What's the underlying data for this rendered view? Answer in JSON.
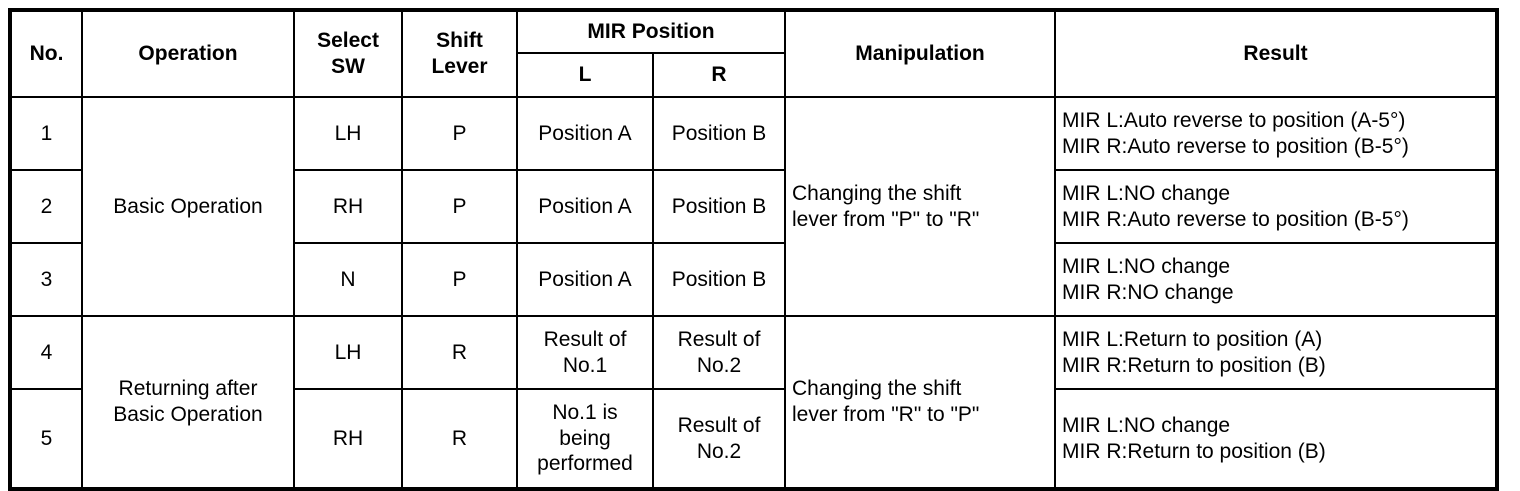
{
  "table": {
    "headers": {
      "no": "No.",
      "operation": "Operation",
      "select_sw": "Select\nSW",
      "shift_lever": "Shift\nLever",
      "mir_position": "MIR Position",
      "mir_l": "L",
      "mir_r": "R",
      "manipulation": "Manipulation",
      "result": "Result"
    },
    "groups": [
      {
        "operation": "Basic Operation",
        "manipulation": "Changing the shift\nlever from \"P\" to \"R\"",
        "rows": [
          {
            "no": "1",
            "select_sw": "LH",
            "shift_lever": "P",
            "mir_l": "Position A",
            "mir_r": "Position B",
            "result": "MIR L:Auto reverse to position (A-5°)\nMIR R:Auto reverse to position (B-5°)"
          },
          {
            "no": "2",
            "select_sw": "RH",
            "shift_lever": "P",
            "mir_l": "Position A",
            "mir_r": "Position B",
            "result": "MIR L:NO change\nMIR R:Auto reverse to position (B-5°)"
          },
          {
            "no": "3",
            "select_sw": "N",
            "shift_lever": "P",
            "mir_l": "Position A",
            "mir_r": "Position B",
            "result": "MIR L:NO change\nMIR R:NO change"
          }
        ]
      },
      {
        "operation": "Returning after\nBasic Operation",
        "manipulation": "Changing the shift\nlever from \"R\" to \"P\"",
        "rows": [
          {
            "no": "4",
            "select_sw": "LH",
            "shift_lever": "R",
            "mir_l": "Result of\nNo.1",
            "mir_r": "Result of\nNo.2",
            "result": "MIR L:Return to position (A)\nMIR R:Return to position (B)"
          },
          {
            "no": "5",
            "select_sw": "RH",
            "shift_lever": "R",
            "mir_l": "No.1 is\nbeing\nperformed",
            "mir_r": "Result of\nNo.2",
            "result": "MIR L:NO change\nMIR R:Return to position (B)"
          }
        ]
      }
    ]
  },
  "colors": {
    "border": "#000000",
    "text": "#000000",
    "background": "#ffffff"
  }
}
